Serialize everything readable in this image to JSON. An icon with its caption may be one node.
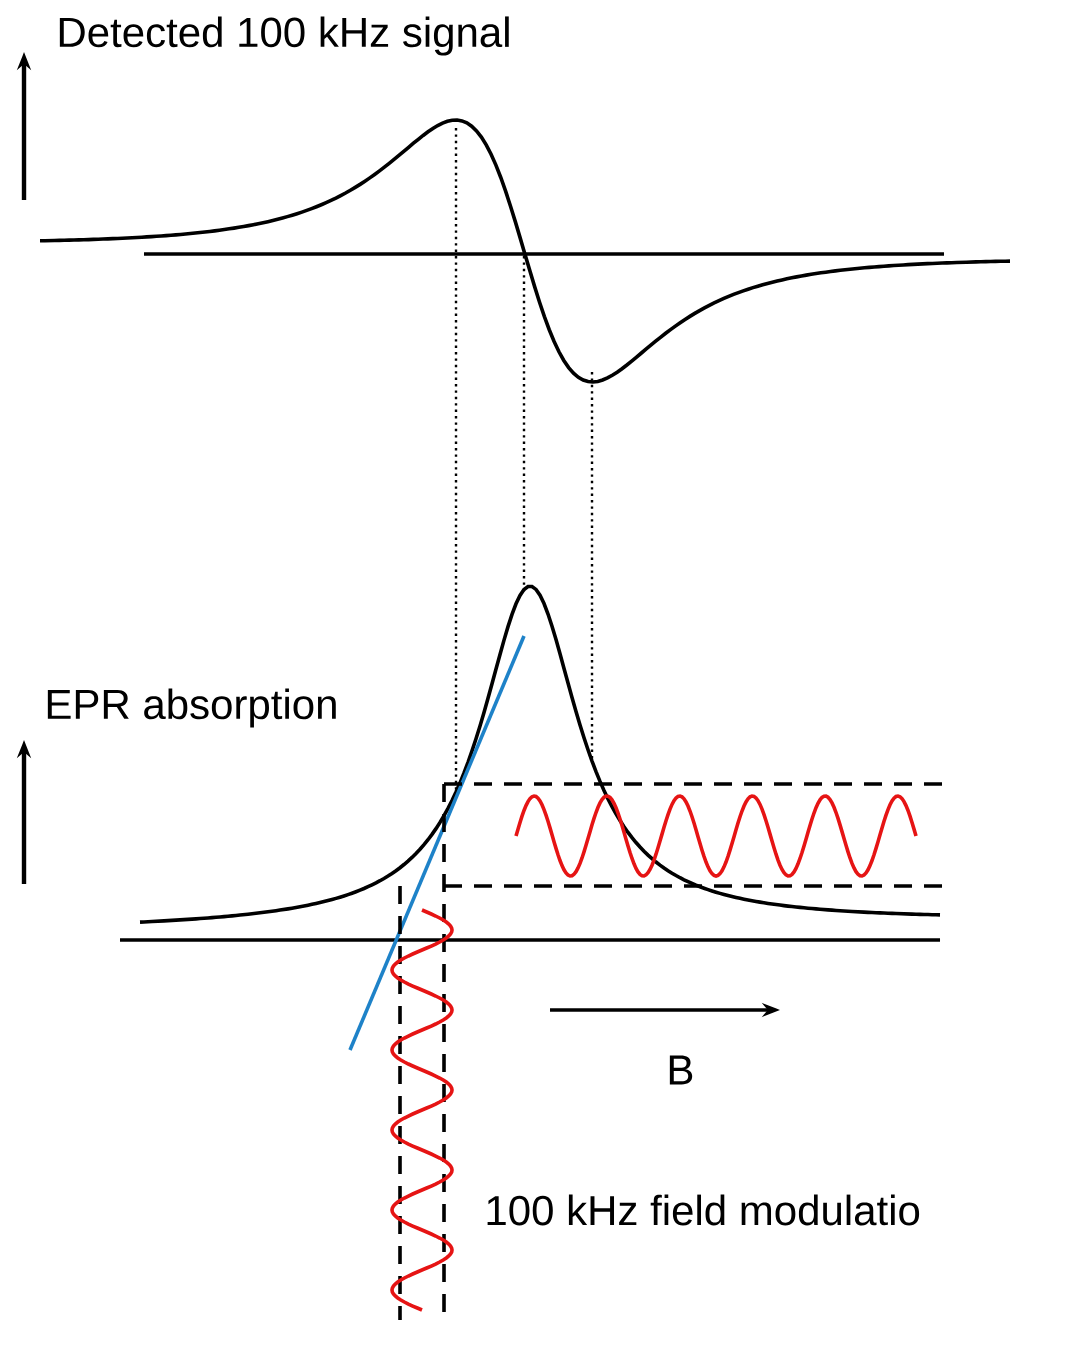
{
  "diagram": {
    "labels": [
      "Detected 100 kHz signal",
      "EPR absorption",
      "B",
      "100 kHz field modulatio"
    ]
  }
}
